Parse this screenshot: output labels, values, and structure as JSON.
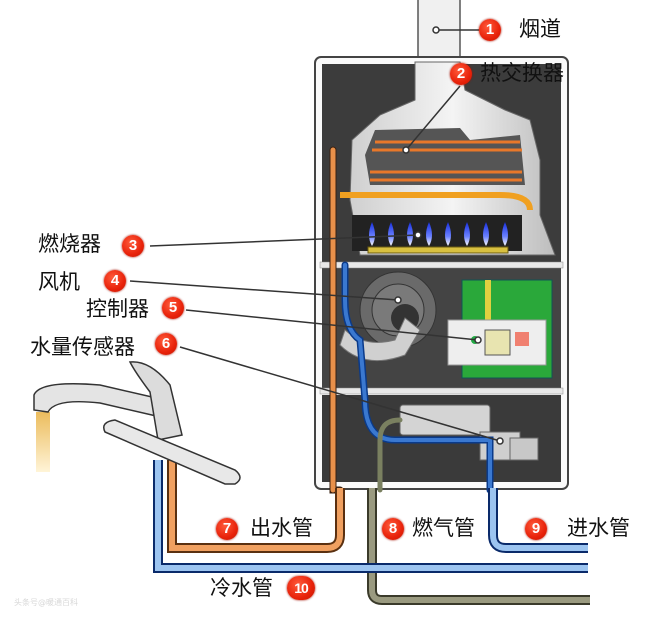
{
  "title": "燃气热水器结构示意图",
  "components": [
    {
      "number": "1",
      "label": "烟道"
    },
    {
      "number": "2",
      "label": "热交换器"
    },
    {
      "number": "3",
      "label": "燃烧器"
    },
    {
      "number": "4",
      "label": "风机"
    },
    {
      "number": "5",
      "label": "控制器"
    },
    {
      "number": "6",
      "label": "水量传感器"
    },
    {
      "number": "7",
      "label": "出水管"
    },
    {
      "number": "8",
      "label": "燃气管"
    },
    {
      "number": "9",
      "label": "进水管"
    },
    {
      "number": "10",
      "label": "冷水管"
    }
  ],
  "colors": {
    "badge": "#e8220a",
    "hot_pipe": "#e8904a",
    "cold_pipe": "#3a78d0",
    "cold_pipe_light": "#9cc4f0",
    "gas_pipe": "#8a8a70",
    "flame": "#3050ff",
    "pcb": "#2aa83a",
    "casing_dark": "#3a3a3a"
  },
  "watermark": "头条号@暖通百科"
}
